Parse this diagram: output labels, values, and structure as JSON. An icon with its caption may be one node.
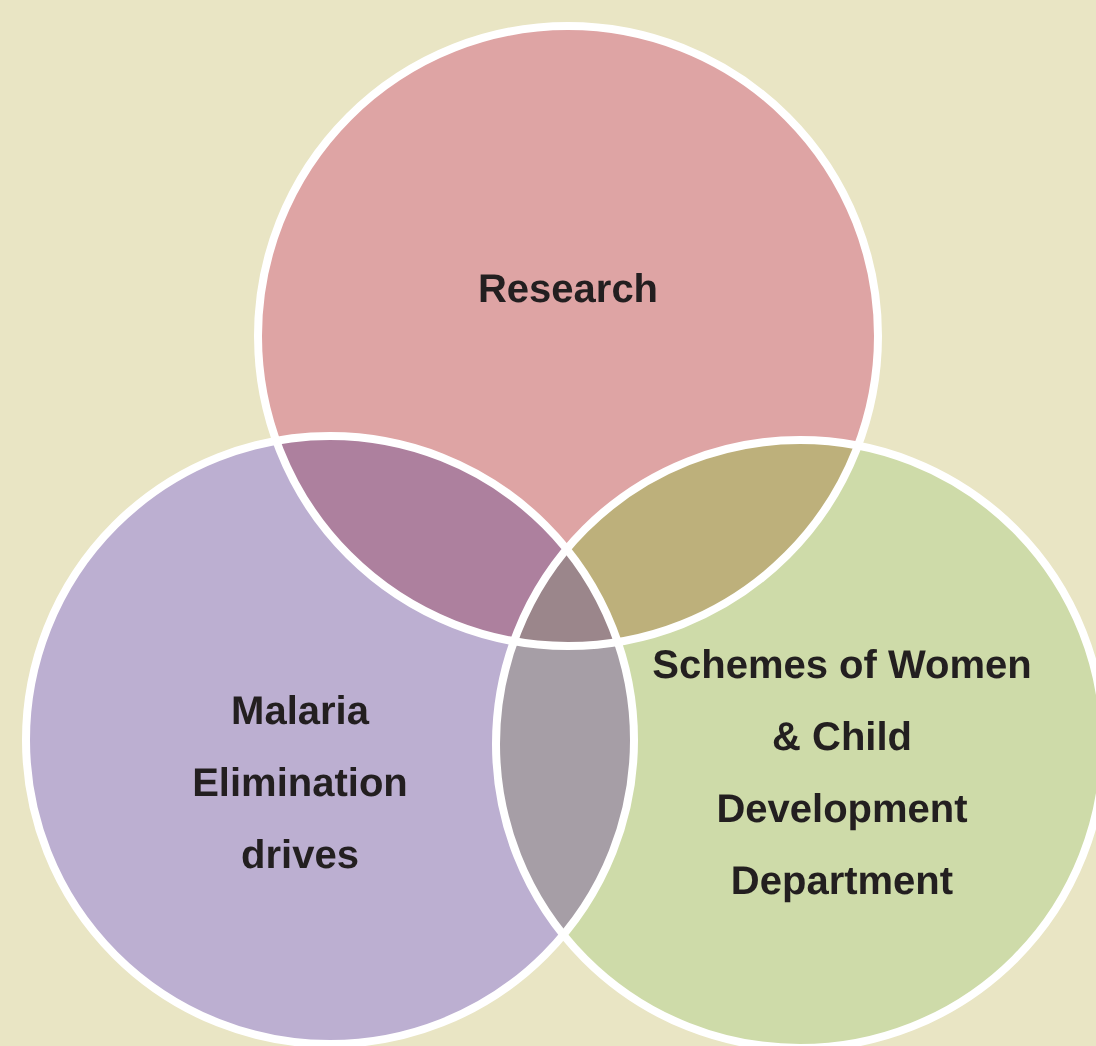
{
  "diagram": {
    "nodes": [
      {
        "text": [
          "Research"
        ]
      },
      {
        "text": [
          "Malaria Elimination drives"
        ]
      },
      {
        "text": [
          "Schemes of Women & Child Development Department"
        ]
      }
    ]
  }
}
